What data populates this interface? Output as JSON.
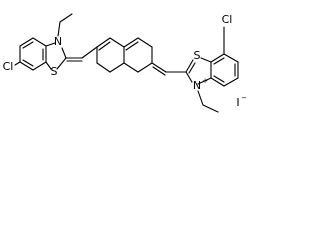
{
  "molecule": {
    "left_benzothiazole": {
      "substituent": "Cl",
      "sulfur": "S",
      "nitrogen": "N"
    },
    "right_benzothiazolium": {
      "substituent": "Cl",
      "sulfur": "S",
      "nitrogen": "N",
      "charge": "+"
    },
    "counter_ion": "I",
    "counter_ion_charge": "−"
  }
}
